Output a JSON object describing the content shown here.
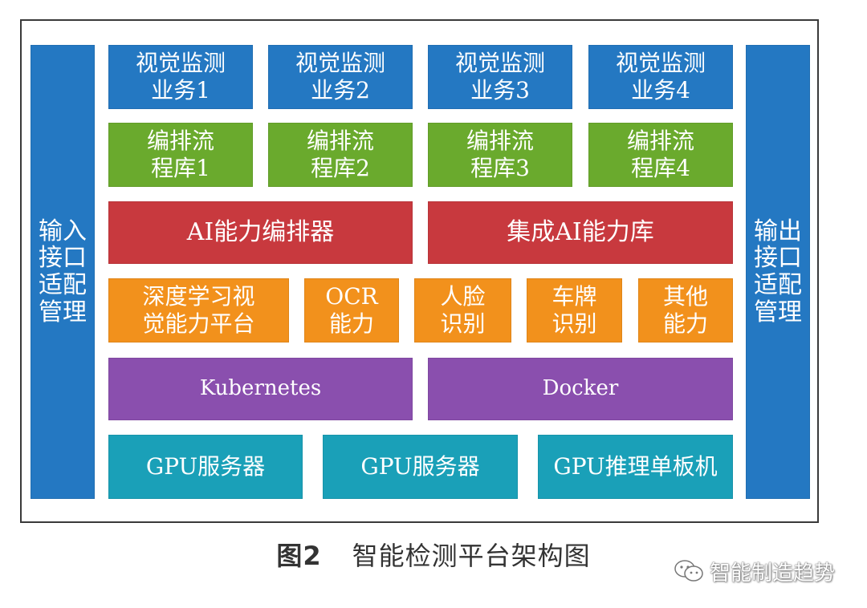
{
  "left_side": {
    "lines": [
      "输入",
      "接口",
      "适配",
      "管理"
    ]
  },
  "right_side": {
    "lines": [
      "输出",
      "接口",
      "适配",
      "管理"
    ]
  },
  "vision_tasks": [
    {
      "line1": "视觉监测",
      "line2": "业务1"
    },
    {
      "line1": "视觉监测",
      "line2": "业务2"
    },
    {
      "line1": "视觉监测",
      "line2": "业务3"
    },
    {
      "line1": "视觉监测",
      "line2": "业务4"
    }
  ],
  "flow_libs": [
    {
      "line1": "编排流",
      "line2": "程库1"
    },
    {
      "line1": "编排流",
      "line2": "程库2"
    },
    {
      "line1": "编排流",
      "line2": "程库3"
    },
    {
      "line1": "编排流",
      "line2": "程库4"
    }
  ],
  "ai_layer": {
    "orchestrator": "AI能力编排器",
    "library": "集成AI能力库"
  },
  "capabilities": [
    {
      "line1": "深度学习视",
      "line2": "觉能力平台"
    },
    {
      "line1": "OCR",
      "line2": "能力"
    },
    {
      "line1": "人脸",
      "line2": "识别"
    },
    {
      "line1": "车牌",
      "line2": "识别"
    },
    {
      "line1": "其他",
      "line2": "能力"
    }
  ],
  "container_layer": {
    "kubernetes": "Kubernetes",
    "docker": "Docker"
  },
  "hardware": [
    "GPU服务器",
    "GPU服务器",
    "GPU推理单板机"
  ],
  "caption": {
    "number": "图2",
    "title": "智能检测平台架构图"
  },
  "watermark": {
    "text": "智能制造趋势",
    "icon": "wechat-icon"
  }
}
